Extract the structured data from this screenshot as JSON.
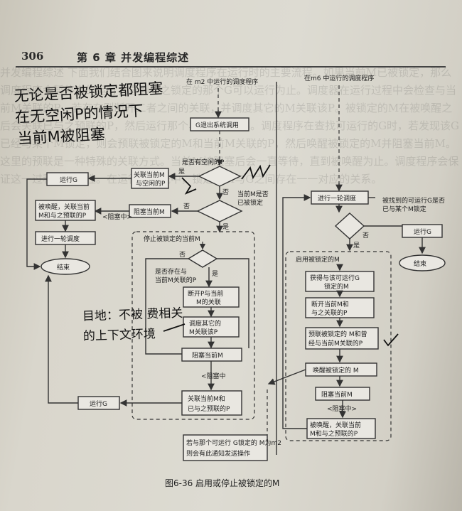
{
  "header": {
    "page_number": "306",
    "chapter_title": "第 6 章   并发编程综述"
  },
  "figure": {
    "caption": "图6-36   启用或停止被锁定的M",
    "left_column_title": "在 m2 中运行的调度程序",
    "right_column_title": "在m6 中运行的调度程序",
    "left": {
      "g_exit_syscall": "G退出系统调用",
      "decision_idle_p": "是否有空闲的P",
      "associate_idle_p": [
        "关联当前M",
        "与空闲的P"
      ],
      "run_g_top": "运行G",
      "decision_locked": [
        "当前M是否",
        "已被锁定"
      ],
      "block_m": "阻塞当前M",
      "wake_assoc": [
        "被唤醒，关联当前",
        "M和与之预联的P"
      ],
      "blocked_label": "<阻塞中>",
      "one_round": "进行一轮调度",
      "end": "结束",
      "group_title": "停止被锁定的当前M",
      "decision_p_assoc": [
        "是否存在与",
        "当前M关联的P"
      ],
      "disconnect_p": [
        "断开P与当前",
        "M的关联"
      ],
      "reassign_p": [
        "调度其它的",
        "M关联该P"
      ],
      "block_m_2": "阻塞当前M",
      "blocked_label_2": "<阻塞中",
      "assoc_m_p": [
        "关联当前M和",
        "已与之预联的P"
      ],
      "run_g_bottom": "运行G",
      "note": [
        "若与那个可运行 G锁定的 M为m2",
        "则会有此通知发送操作"
      ]
    },
    "right": {
      "one_round": "进行一轮调度",
      "decision_found_g": [
        "被找到的可运行G是否",
        "已与某个M锁定"
      ],
      "run_g": "运行G",
      "end": "结束",
      "group_title": "启用被锁定的M",
      "get_locked_m": [
        "获得与该可运行G",
        "锁定的M"
      ],
      "disconnect": [
        "断开当前M和",
        "与之关联的P"
      ],
      "pre_assoc": [
        "预联被锁定的 M和曾",
        "经与当前M关联的P"
      ],
      "wake_locked": "唤醒被锁定的 M",
      "block_current": "阻塞当前M",
      "blocked_label": "<阻塞中>",
      "wake_assoc": [
        "被唤醒，关联当前",
        "M和与之预联的P"
      ]
    },
    "labels": {
      "yes": "是",
      "no": "否"
    }
  },
  "handwriting": {
    "top": [
      "无论是否被锁定都阻塞",
      "在无空闲P的情况下",
      "当前M被阻塞"
    ],
    "middle": [
      "目地：不被 费相关",
      "的上下文环境"
    ]
  },
  "background_text": "并发编程综述 下面我们结合图来说明调度程序在运行时的主要流程。如果当前M已被锁定，那么调度程序会暂停它的运行，直到与之锁定的那个G可以运行为止。调度器在运行过程中会检查与当前M关联的P，若存在则断开二者之间的关联，并调度其它的M关联该P。被锁定的M在被唤醒之后会关联已与之预联的P，然后运行那个与之锁定的G。调度程序在查找可运行的G时，若发现该G已经与某个M锁定，则会预联被锁定的M和当前M关联的P，然后唤醒被锁定的M并阻塞当前M。这里的预联是一种特殊的关联方式。当前M被阻塞后会一直等待，直到被唤醒为止。调度程序会保证这一过程的正确性。在运行时系统中，锁定的M与G之间存在一一对应的关系。"
}
